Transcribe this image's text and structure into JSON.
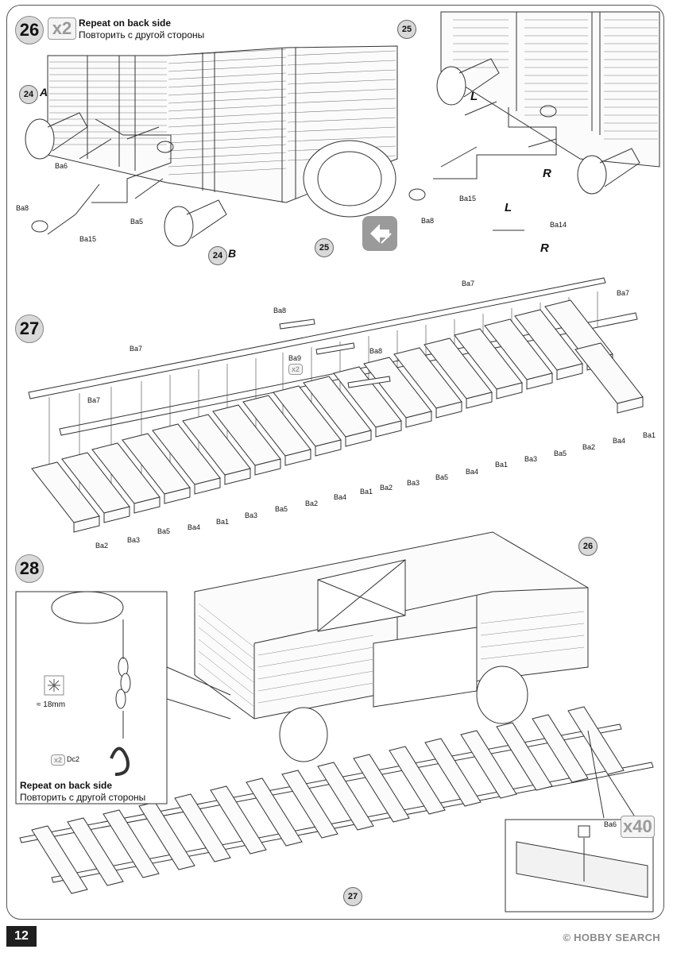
{
  "page": {
    "number": "12",
    "watermark": "© HOBBY SEARCH"
  },
  "step26": {
    "number": "26",
    "multiplier": "x2",
    "note_en": "Repeat on back side",
    "note_ru": "Повторить с другой стороны",
    "callouts": [
      "24",
      "24",
      "25",
      "25"
    ],
    "letters": [
      "A",
      "B"
    ],
    "parts": [
      "Ba6",
      "Ba8",
      "Ba15",
      "Ba5",
      "Ba8",
      "Ba15",
      "Ba14"
    ],
    "lr": [
      "L",
      "R",
      "L",
      "R"
    ]
  },
  "step27": {
    "number": "27",
    "multiplier": "x2",
    "rails": [
      "Ba7",
      "Ba7",
      "Ba7",
      "Ba7"
    ],
    "top_parts": [
      "Ba8",
      "Ba9",
      "Ba8"
    ],
    "sleepers_front": [
      "Ba2",
      "Ba3",
      "Ba5",
      "Ba4",
      "Ba1",
      "Ba3",
      "Ba5",
      "Ba2",
      "Ba4",
      "Ba1",
      "Ba2",
      "Ba3",
      "Ba5",
      "Ba4",
      "Ba1",
      "Ba3",
      "Ba5",
      "Ba2",
      "Ba4",
      "Ba1"
    ]
  },
  "step28": {
    "number": "28",
    "callouts": [
      "26",
      "27"
    ],
    "measure": "≈ 18mm",
    "part_mult": "x2",
    "part": "Dc2",
    "note_en": "Repeat on back side",
    "note_ru": "Повторить с другой стороны",
    "detail_part": "Ba6",
    "detail_mult": "x40"
  }
}
